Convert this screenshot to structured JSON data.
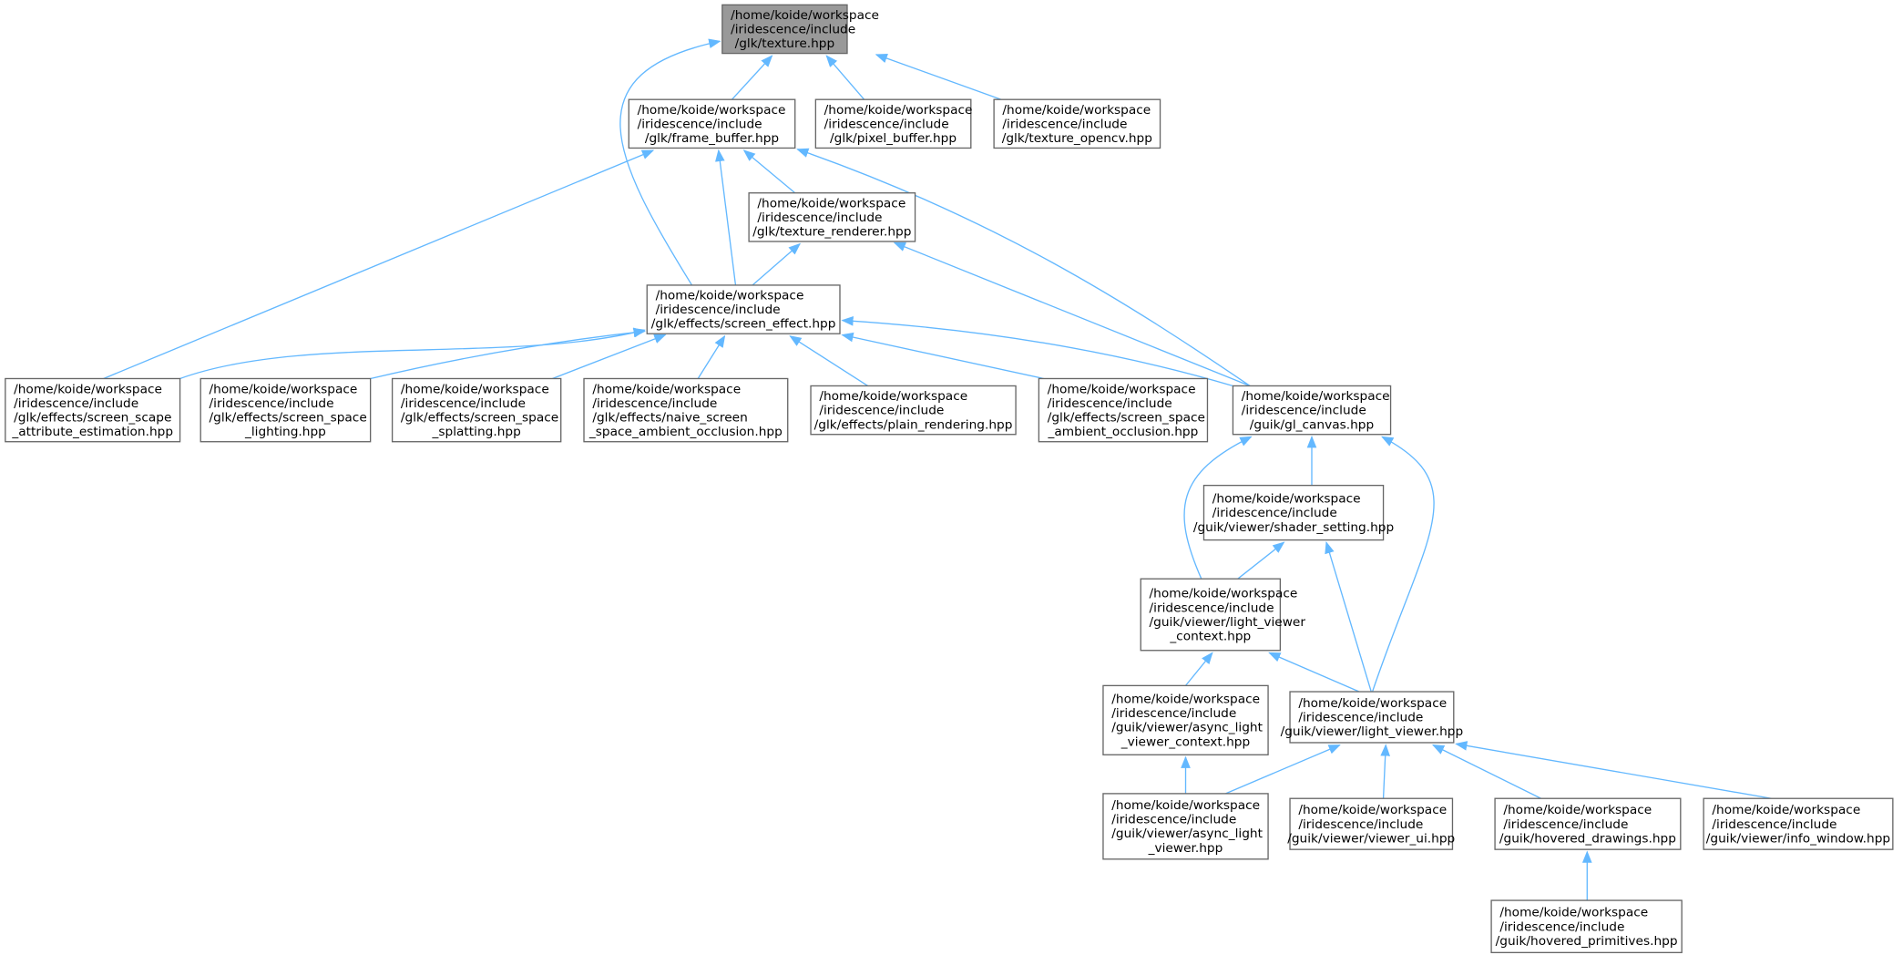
{
  "graph": {
    "title": "Include dependency graph of texture.hpp",
    "edge_color": "#63b8ff",
    "root_fill": "#999999",
    "nodes": {
      "texture": [
        "/home/koide/workspace",
        "/iridescence/include",
        "/glk/texture.hpp"
      ],
      "frame_buffer": [
        "/home/koide/workspace",
        "/iridescence/include",
        "/glk/frame_buffer.hpp"
      ],
      "pixel_buffer": [
        "/home/koide/workspace",
        "/iridescence/include",
        "/glk/pixel_buffer.hpp"
      ],
      "texture_opencv": [
        "/home/koide/workspace",
        "/iridescence/include",
        "/glk/texture_opencv.hpp"
      ],
      "texture_renderer": [
        "/home/koide/workspace",
        "/iridescence/include",
        "/glk/texture_renderer.hpp"
      ],
      "screen_effect": [
        "/home/koide/workspace",
        "/iridescence/include",
        "/glk/effects/screen_effect.hpp"
      ],
      "screen_scape_attr": [
        "/home/koide/workspace",
        "/iridescence/include",
        "/glk/effects/screen_scape",
        "_attribute_estimation.hpp"
      ],
      "screen_space_lighting": [
        "/home/koide/workspace",
        "/iridescence/include",
        "/glk/effects/screen_space",
        "_lighting.hpp"
      ],
      "screen_space_splatting": [
        "/home/koide/workspace",
        "/iridescence/include",
        "/glk/effects/screen_space",
        "_splatting.hpp"
      ],
      "naive_ssao": [
        "/home/koide/workspace",
        "/iridescence/include",
        "/glk/effects/naive_screen",
        "_space_ambient_occlusion.hpp"
      ],
      "plain_rendering": [
        "/home/koide/workspace",
        "/iridescence/include",
        "/glk/effects/plain_rendering.hpp"
      ],
      "ssao": [
        "/home/koide/workspace",
        "/iridescence/include",
        "/glk/effects/screen_space",
        "_ambient_occlusion.hpp"
      ],
      "gl_canvas": [
        "/home/koide/workspace",
        "/iridescence/include",
        "/guik/gl_canvas.hpp"
      ],
      "shader_setting": [
        "/home/koide/workspace",
        "/iridescence/include",
        "/guik/viewer/shader_setting.hpp"
      ],
      "light_viewer_context": [
        "/home/koide/workspace",
        "/iridescence/include",
        "/guik/viewer/light_viewer",
        "_context.hpp"
      ],
      "async_light_viewer_context": [
        "/home/koide/workspace",
        "/iridescence/include",
        "/guik/viewer/async_light",
        "_viewer_context.hpp"
      ],
      "light_viewer": [
        "/home/koide/workspace",
        "/iridescence/include",
        "/guik/viewer/light_viewer.hpp"
      ],
      "async_light_viewer": [
        "/home/koide/workspace",
        "/iridescence/include",
        "/guik/viewer/async_light",
        "_viewer.hpp"
      ],
      "viewer_ui": [
        "/home/koide/workspace",
        "/iridescence/include",
        "/guik/viewer/viewer_ui.hpp"
      ],
      "hovered_drawings": [
        "/home/koide/workspace",
        "/iridescence/include",
        "/guik/hovered_drawings.hpp"
      ],
      "info_window": [
        "/home/koide/workspace",
        "/iridescence/include",
        "/guik/viewer/info_window.hpp"
      ],
      "hovered_primitives": [
        "/home/koide/workspace",
        "/iridescence/include",
        "/guik/hovered_primitives.hpp"
      ]
    },
    "edges": [
      [
        "frame_buffer",
        "texture"
      ],
      [
        "pixel_buffer",
        "texture"
      ],
      [
        "texture_opencv",
        "texture"
      ],
      [
        "screen_effect",
        "texture"
      ],
      [
        "texture_renderer",
        "frame_buffer"
      ],
      [
        "screen_effect",
        "frame_buffer"
      ],
      [
        "screen_scape_attr",
        "frame_buffer"
      ],
      [
        "gl_canvas",
        "frame_buffer"
      ],
      [
        "screen_effect",
        "texture_renderer"
      ],
      [
        "gl_canvas",
        "texture_renderer"
      ],
      [
        "screen_scape_attr",
        "screen_effect"
      ],
      [
        "screen_space_lighting",
        "screen_effect"
      ],
      [
        "screen_space_splatting",
        "screen_effect"
      ],
      [
        "naive_ssao",
        "screen_effect"
      ],
      [
        "plain_rendering",
        "screen_effect"
      ],
      [
        "ssao",
        "screen_effect"
      ],
      [
        "gl_canvas",
        "screen_effect"
      ],
      [
        "shader_setting",
        "gl_canvas"
      ],
      [
        "light_viewer_context",
        "gl_canvas"
      ],
      [
        "light_viewer",
        "gl_canvas"
      ],
      [
        "light_viewer_context",
        "shader_setting"
      ],
      [
        "light_viewer",
        "shader_setting"
      ],
      [
        "async_light_viewer_context",
        "light_viewer_context"
      ],
      [
        "light_viewer",
        "light_viewer_context"
      ],
      [
        "async_light_viewer",
        "async_light_viewer_context"
      ],
      [
        "async_light_viewer",
        "light_viewer"
      ],
      [
        "viewer_ui",
        "light_viewer"
      ],
      [
        "hovered_drawings",
        "light_viewer"
      ],
      [
        "info_window",
        "light_viewer"
      ],
      [
        "hovered_primitives",
        "hovered_drawings"
      ]
    ]
  }
}
